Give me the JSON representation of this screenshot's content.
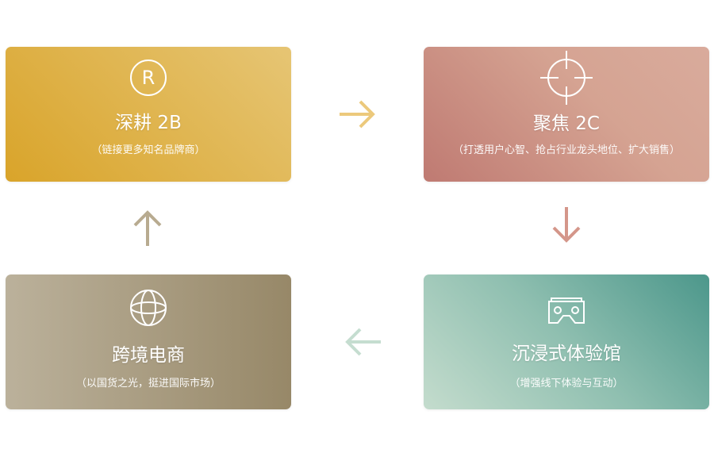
{
  "cards": [
    {
      "title": "深耕 2B",
      "subtitle": "（链接更多知名品牌商）",
      "icon": "registered-icon"
    },
    {
      "title": "聚焦 2C",
      "subtitle": "（打透用户心智、抢占行业龙头地位、扩大销售）",
      "icon": "crosshair-icon"
    },
    {
      "title": "跨境电商",
      "subtitle": "（以国货之光，挺进国际市场）",
      "icon": "globe-icon"
    },
    {
      "title": "沉浸式体验馆",
      "subtitle": "（增强线下体验与互动）",
      "icon": "vr-headset-icon"
    }
  ],
  "colors": {
    "arrow_right": "#ecc97c",
    "arrow_down": "#d4968a",
    "arrow_left": "#c5ddd0",
    "arrow_up": "#b8ab90"
  }
}
